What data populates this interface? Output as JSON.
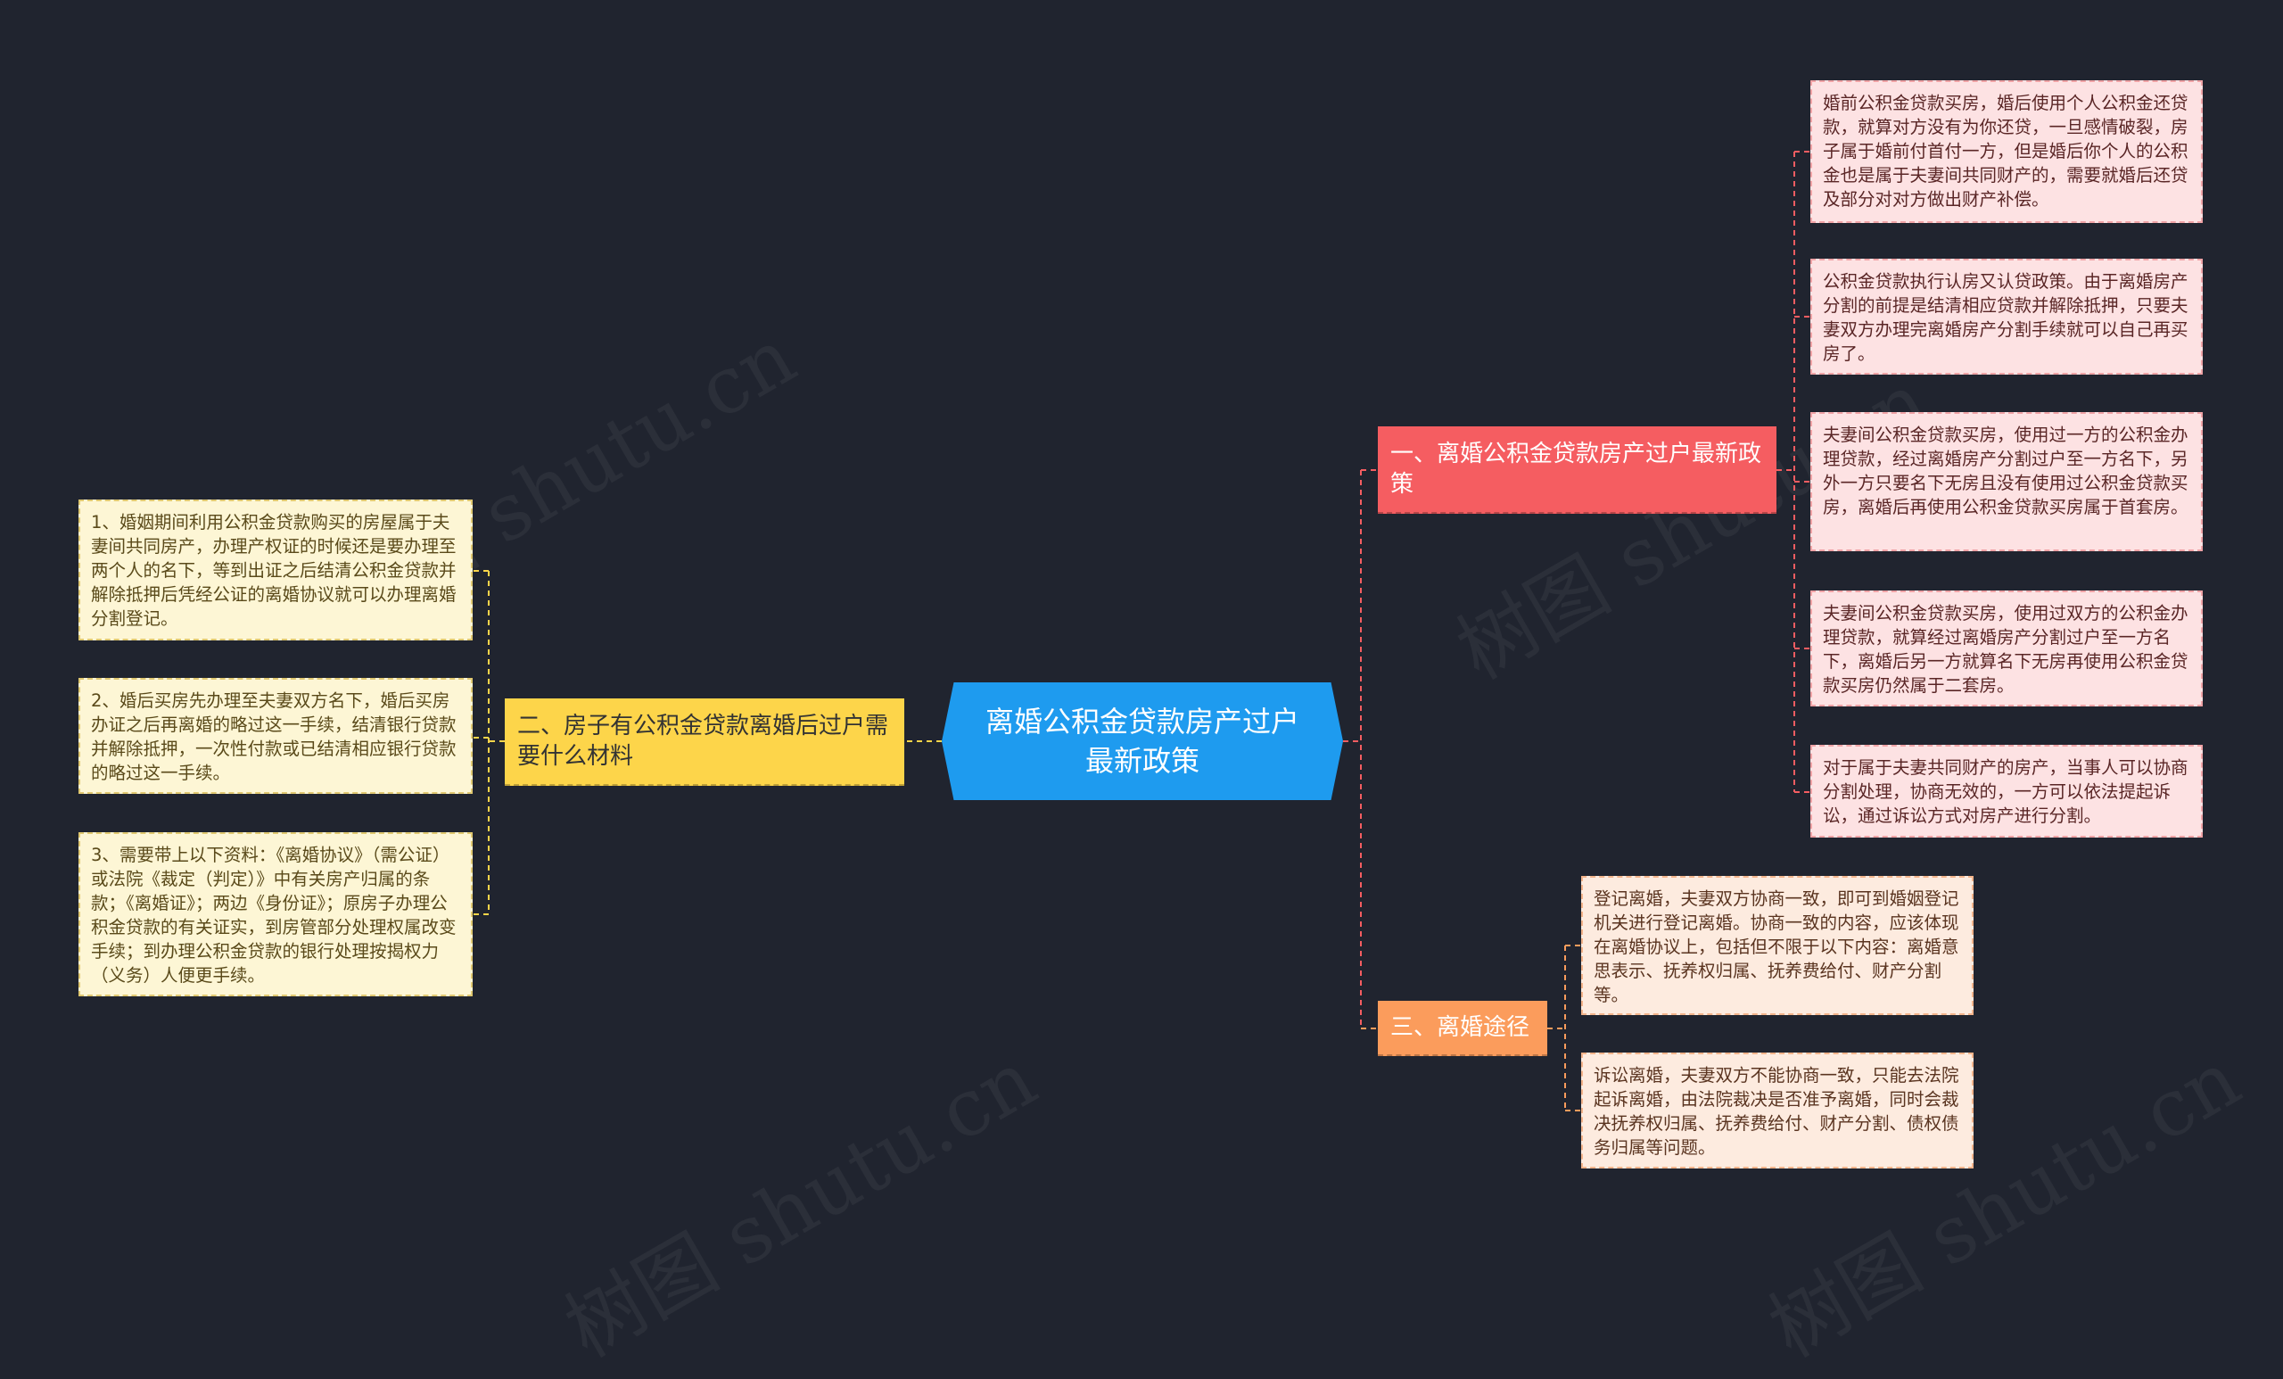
{
  "watermarks": [
    "树图 shutu.cn",
    "树图 shutu.cn",
    "树图 shutu.cn",
    "树图 shutu.cn"
  ],
  "colors": {
    "background": "#20242f",
    "center": "#1e9bef",
    "branch_1": "#f55d61",
    "branch_2": "#fdd54a",
    "branch_3": "#fb9c5c",
    "leaf_pink": "#fde2e3",
    "leaf_yellow": "#fdf6d5",
    "leaf_peach": "#fdebdf"
  },
  "center": {
    "title": "离婚公积金贷款房产过户最新政策"
  },
  "branches": [
    {
      "label": "一、离婚公积金贷款房产过户最新政策",
      "children": [
        "婚前公积金贷款买房，婚后使用个人公积金还贷款，就算对方没有为你还贷，一旦感情破裂，房子属于婚前付首付一方，但是婚后你个人的公积金也是属于夫妻间共同财产的，需要就婚后还贷及部分对对方做出财产补偿。",
        "公积金贷款执行认房又认贷政策。由于离婚房产分割的前提是结清相应贷款并解除抵押，只要夫妻双方办理完离婚房产分割手续就可以自己再买房了。",
        "夫妻间公积金贷款买房，使用过一方的公积金办理贷款，经过离婚房产分割过户至一方名下，另外一方只要名下无房且没有使用过公积金贷款买房，离婚后再使用公积金贷款买房属于首套房。",
        "夫妻间公积金贷款买房，使用过双方的公积金办理贷款，就算经过离婚房产分割过户至一方名下，离婚后另一方就算名下无房再使用公积金贷款买房仍然属于二套房。",
        "对于属于夫妻共同财产的房产，当事人可以协商分割处理，协商无效的，一方可以依法提起诉讼，通过诉讼方式对房产进行分割。"
      ]
    },
    {
      "label": "二、房子有公积金贷款离婚后过户需要什么材料",
      "children": [
        "1、婚姻期间利用公积金贷款购买的房屋属于夫妻间共同房产，办理产权证的时候还是要办理至两个人的名下，等到出证之后结清公积金贷款并解除抵押后凭经公证的离婚协议就可以办理离婚分割登记。",
        "2、婚后买房先办理至夫妻双方名下，婚后买房办证之后再离婚的略过这一手续，结清银行贷款并解除抵押，一次性付款或已结清相应银行贷款的略过这一手续。",
        "3、需要带上以下资料：《离婚协议》（需公证）或法院《裁定（判定）》中有关房产归属的条款；《离婚证》；两边《身份证》；原房子办理公积金贷款的有关证实，到房管部分处理权属改变手续；到办理公积金贷款的银行处理按揭权力（义务）人便更手续。"
      ]
    },
    {
      "label": "三、离婚途径",
      "children": [
        "登记离婚，夫妻双方协商一致，即可到婚姻登记机关进行登记离婚。协商一致的内容，应该体现在离婚协议上，包括但不限于以下内容：离婚意思表示、抚养权归属、抚养费给付、财产分割等。",
        "诉讼离婚，夫妻双方不能协商一致，只能去法院起诉离婚，由法院裁决是否准予离婚，同时会裁决抚养权归属、抚养费给付、财产分割、债权债务归属等问题。"
      ]
    }
  ]
}
